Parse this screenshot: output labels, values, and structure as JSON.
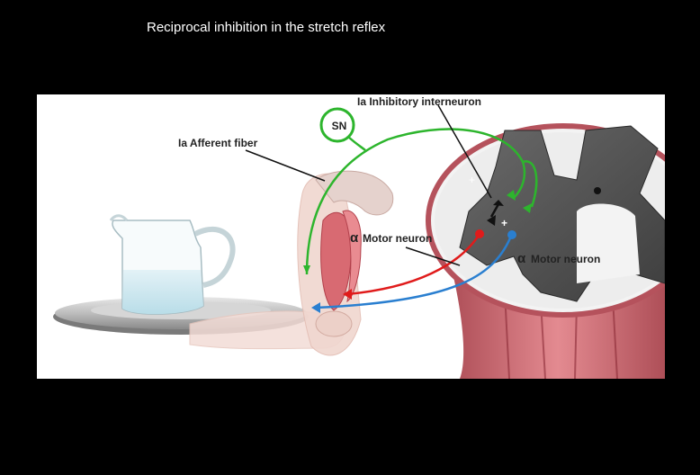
{
  "slide": {
    "title": "Reciprocal inhibition in the stretch reflex"
  },
  "diagram": {
    "labels": {
      "sn": "SN",
      "afferent": "Ia  Afferent fiber",
      "interneuron": "Ia  Inhibitory interneuron",
      "motor_upper_symbol": "α",
      "motor_upper": "Motor neuron",
      "motor_lower_symbol": "α",
      "motor_lower": "Motor neuron",
      "plus_excite": "+",
      "plus_inhib": "+"
    },
    "colors": {
      "afferent": "#2db52d",
      "inhibitory": "#111111",
      "motor_flexor": "#e01b1b",
      "motor_extensor": "#2a7fd0",
      "spinal_gray": "#555555",
      "spinal_white": "#f2f2f2",
      "muscle": "#c8505a",
      "background": "#000000",
      "panel": "#ffffff"
    },
    "icons": [
      "pitcher-icon",
      "tray-icon",
      "arm-icon",
      "spinal-cord-icon"
    ]
  }
}
